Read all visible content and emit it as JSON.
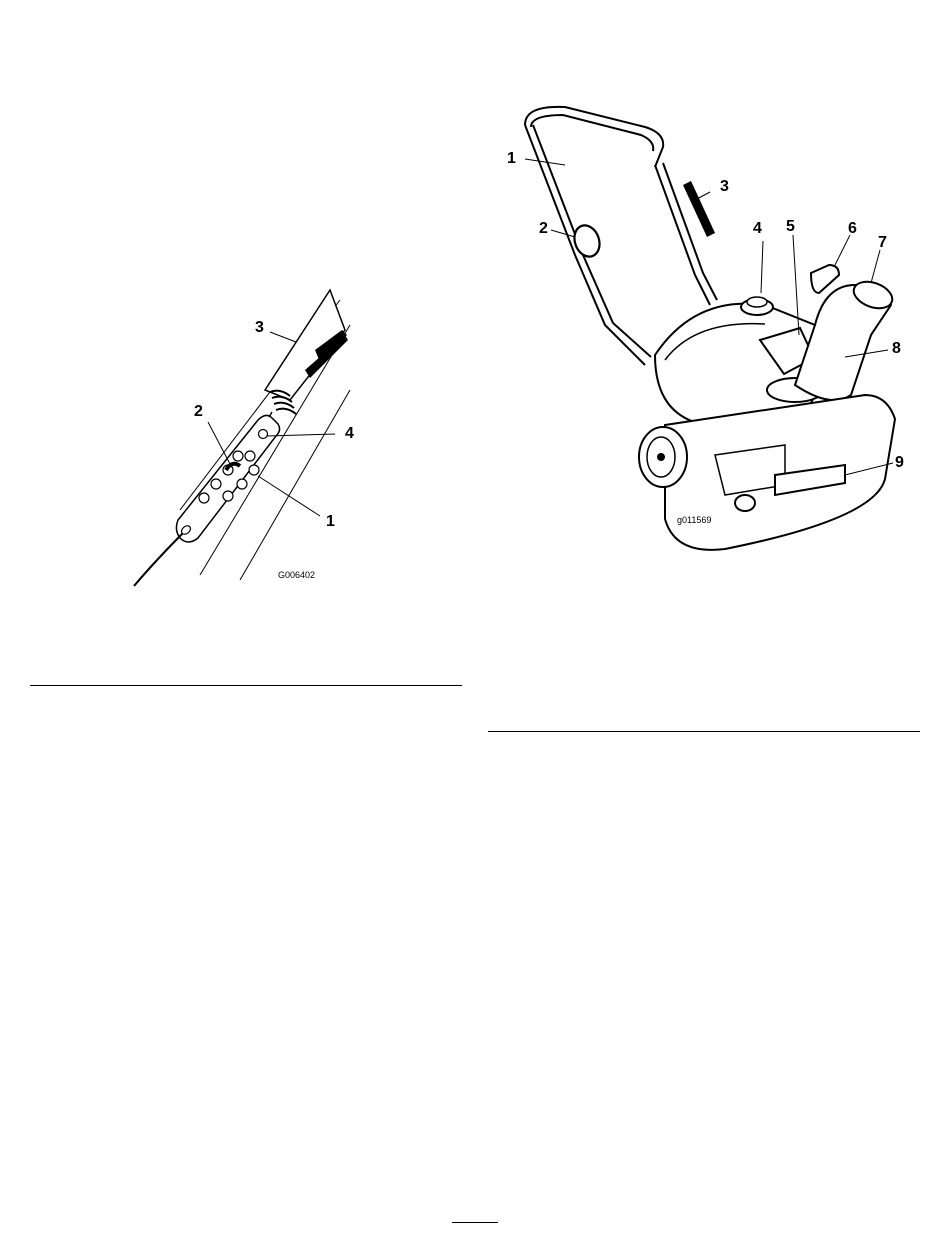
{
  "figure_left": {
    "code": "G006402",
    "callouts": [
      "1",
      "2",
      "3",
      "4"
    ]
  },
  "figure_right": {
    "code": "g011569",
    "callouts": [
      "1",
      "2",
      "3",
      "4",
      "5",
      "6",
      "7",
      "8",
      "9"
    ]
  }
}
